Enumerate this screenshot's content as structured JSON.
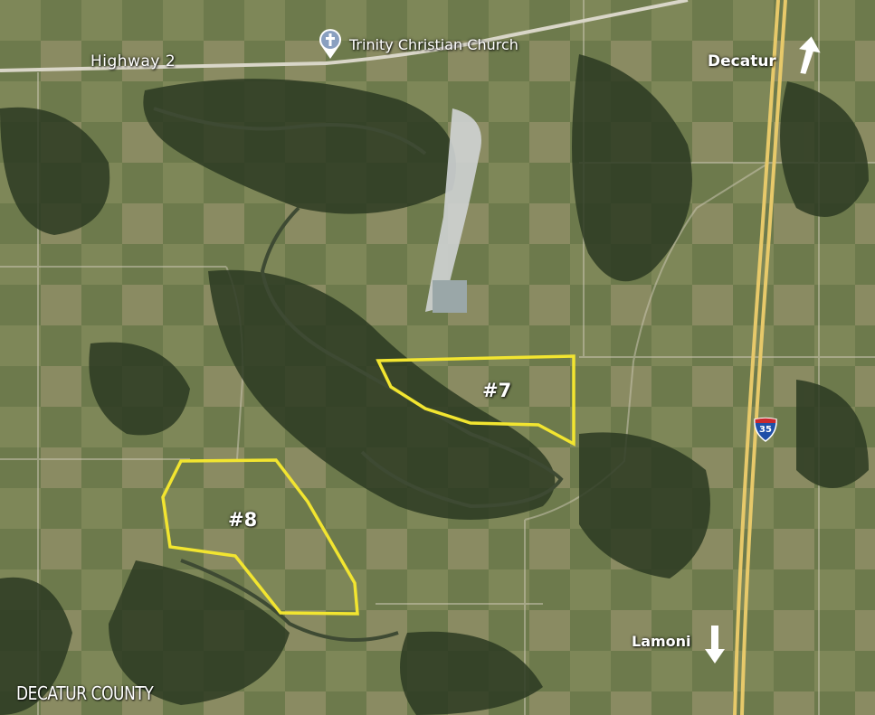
{
  "map": {
    "title": "",
    "colors": {
      "parcel_outline": "#f2e530",
      "label_text": "#ffffff",
      "interstate_shield": "#1f4fa8",
      "highway": "#e7c96a"
    }
  },
  "labels": {
    "highway": "Highway 2",
    "poi_name": "Trinity Christian Church",
    "poi_icon": "cross-pin-icon",
    "direction_north": "Decatur",
    "direction_south": "Lamoni",
    "interstate": "35",
    "county": "DECATUR COUNTY"
  },
  "parcels": [
    {
      "id": "7",
      "label": "#7"
    },
    {
      "id": "8",
      "label": "#8"
    }
  ]
}
